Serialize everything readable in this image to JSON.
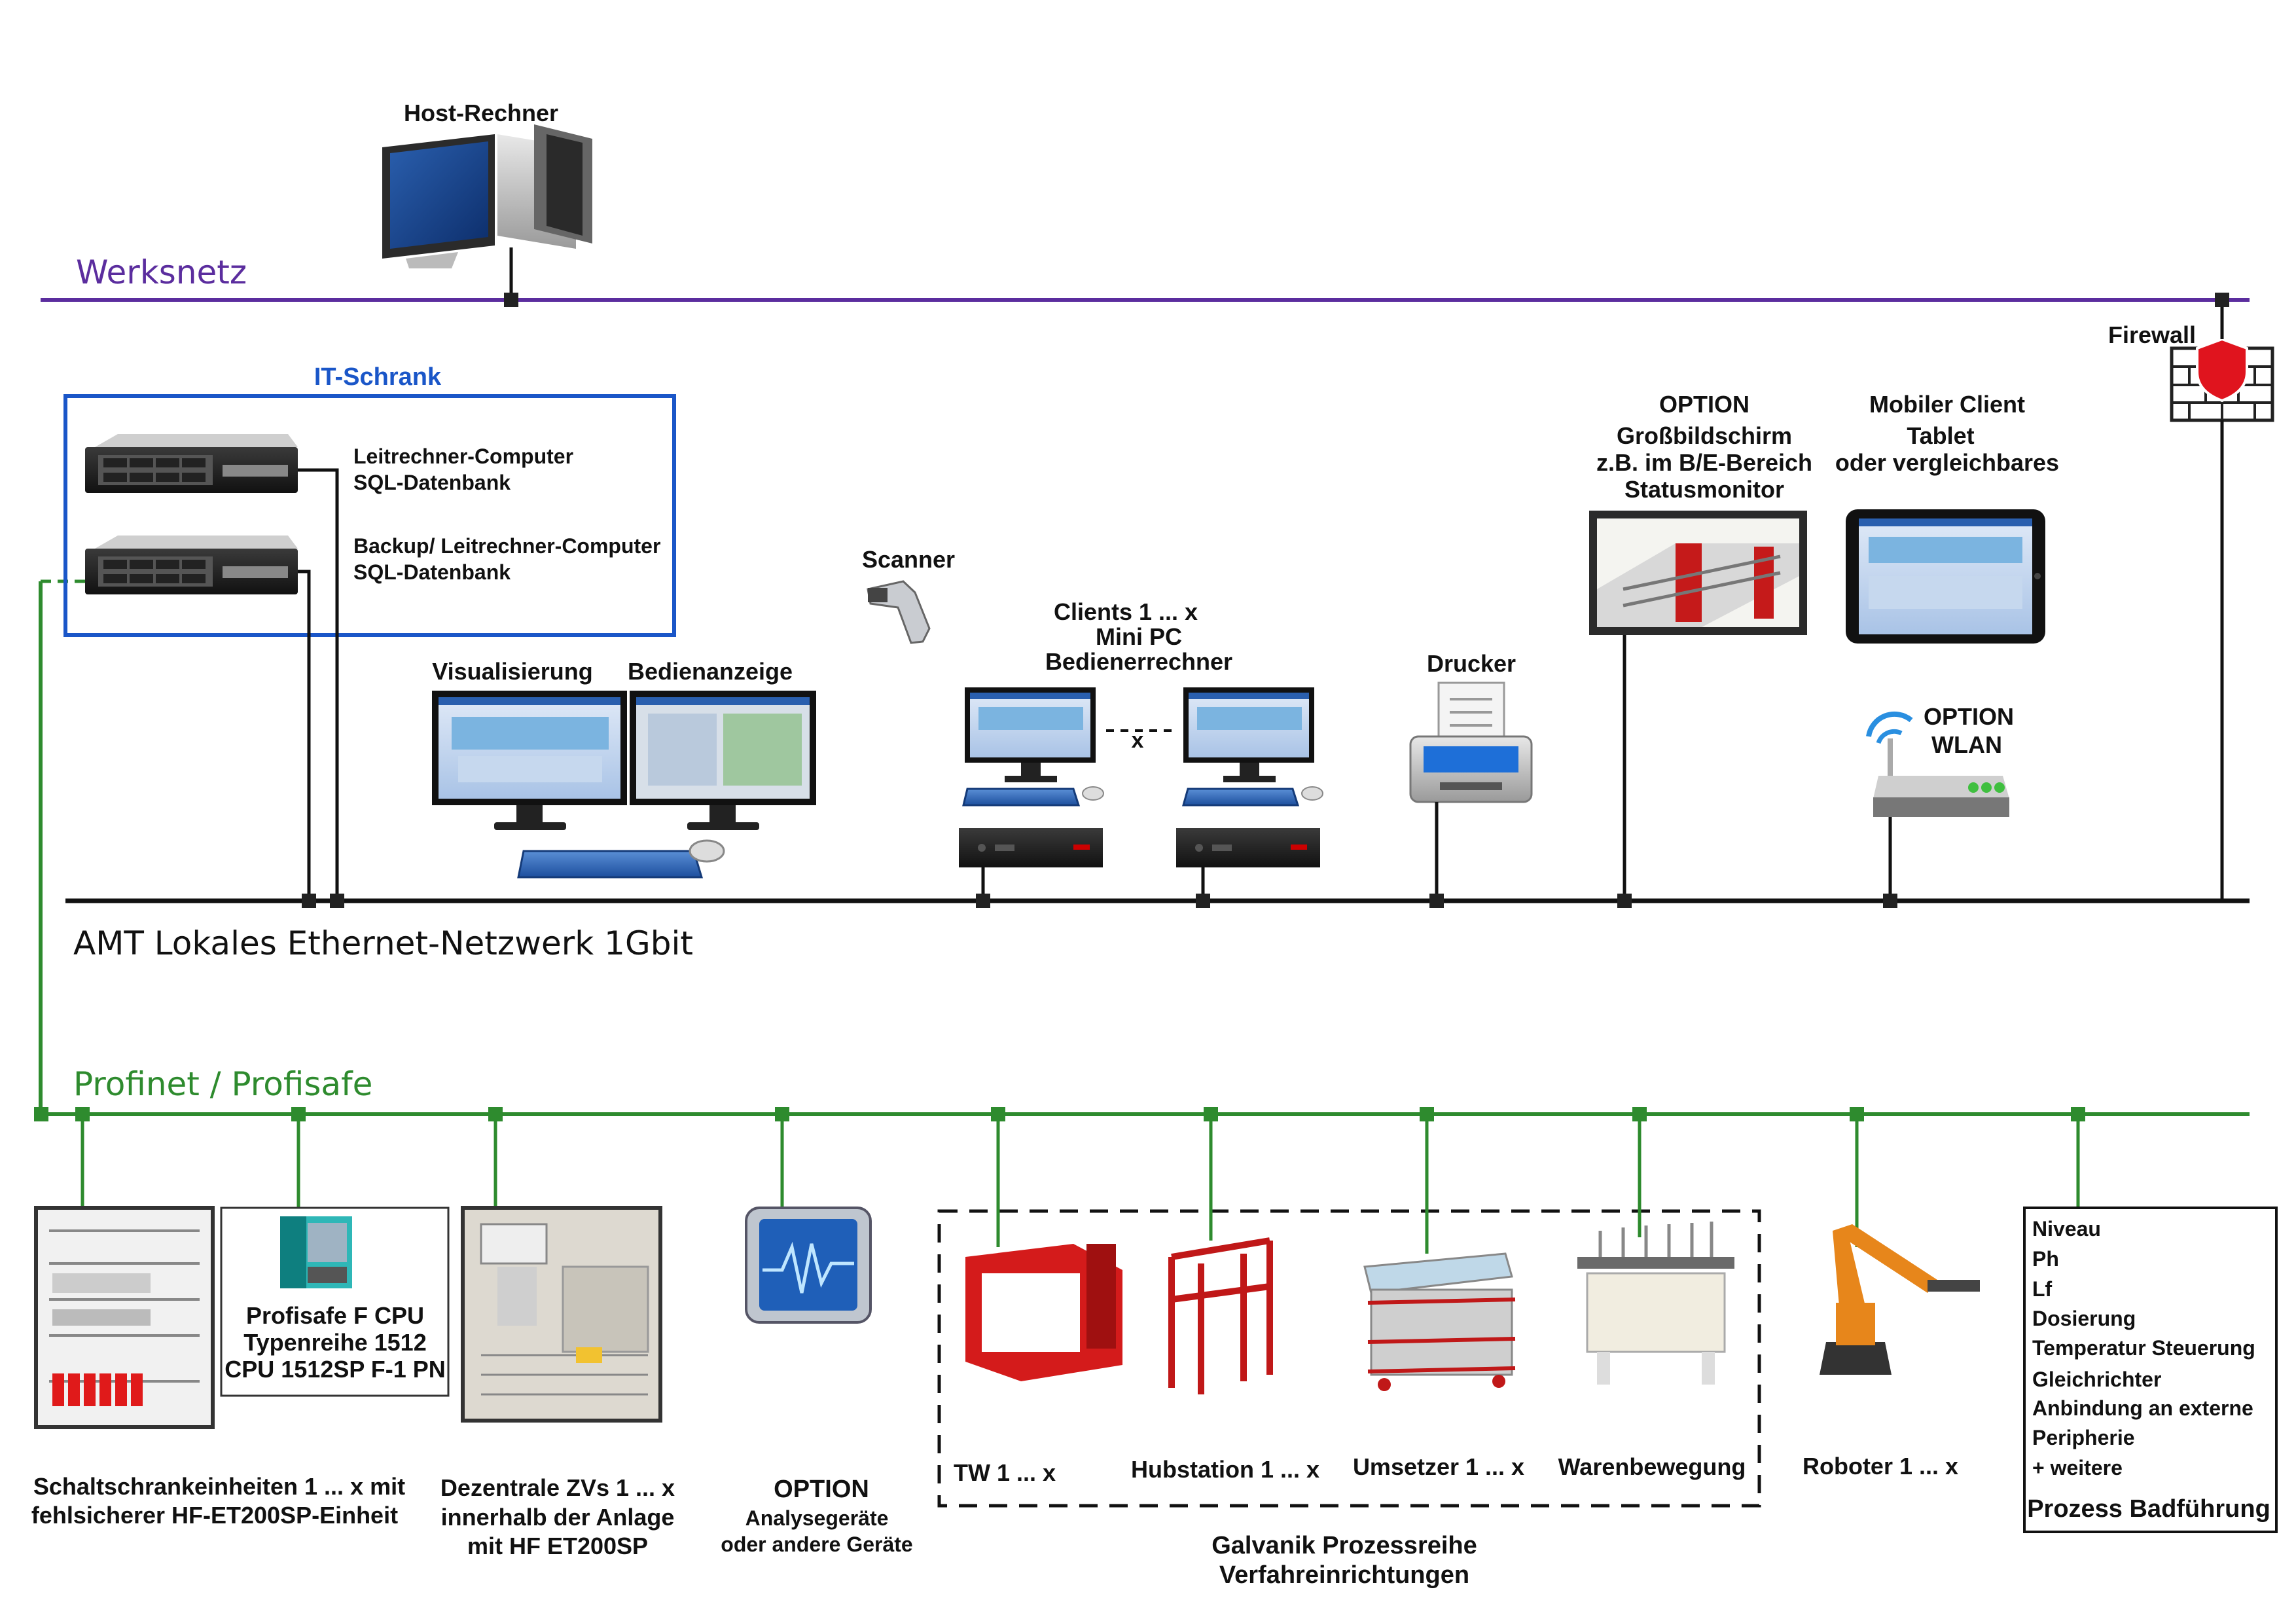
{
  "networks": {
    "werksnetz": {
      "label": "Werksnetz",
      "color": "#5b2d9e"
    },
    "ethernet": {
      "label": "AMT Lokales Ethernet-Netzwerk 1Gbit",
      "color": "#111111"
    },
    "profinet": {
      "label": "Profinet / Profisafe",
      "color": "#2e8b2e"
    }
  },
  "host": {
    "label": "Host-Rechner"
  },
  "firewall": {
    "label": "Firewall"
  },
  "it_cabinet": {
    "title": "IT-Schrank",
    "title_color": "#1a56c8",
    "server1": {
      "line1": "Leitrechner-Computer",
      "line2": "SQL-Datenbank"
    },
    "server2": {
      "line1": "Backup/ Leitrechner-Computer",
      "line2": "SQL-Datenbank"
    }
  },
  "scanner": {
    "label": "Scanner"
  },
  "visualisierung": {
    "label": "Visualisierung"
  },
  "bedienanzeige": {
    "label": "Bedienanzeige"
  },
  "clients": {
    "line1": "Clients 1 ... x",
    "line2": "Mini PC",
    "line3": "Bedienerrechner",
    "separator": "x"
  },
  "drucker": {
    "label": "Drucker"
  },
  "bigscreen": {
    "line1": "OPTION",
    "line2": "Großbildschirm",
    "line3": "z.B. im B/E-Bereich",
    "line4": "Statusmonitor"
  },
  "mobile": {
    "line1": "Mobiler Client",
    "line2": "Tablet",
    "line3": "oder vergleichbares"
  },
  "wlan": {
    "line1": "OPTION",
    "line2": "WLAN"
  },
  "field_devices": {
    "schaltschrank": {
      "line1": "Schaltschrankeinheiten 1 ... x mit",
      "line2": "fehlsicherer HF-ET200SP-Einheit"
    },
    "cpu": {
      "line1": "Profisafe F CPU",
      "line2": "Typenreihe 1512",
      "line3": "CPU 1512SP F-1 PN"
    },
    "dezentral": {
      "line1": "Dezentrale ZVs 1 ... x",
      "line2": "innerhalb der Anlage",
      "line3": "mit HF ET200SP"
    },
    "analyse": {
      "line1": "OPTION",
      "line2": "Analysegeräte",
      "line3": "oder andere Geräte"
    },
    "tw": {
      "label": "TW 1 ... x"
    },
    "hubstation": {
      "label": "Hubstation 1 ... x"
    },
    "umsetzer": {
      "label": "Umsetzer 1 ... x"
    },
    "warenbewegung": {
      "label": "Warenbewegung"
    },
    "roboter": {
      "label": "Roboter 1 ... x"
    },
    "galvanik": {
      "line1": "Galvanik Prozessreihe",
      "line2": "Verfahreinrichtungen"
    },
    "prozess": {
      "items": [
        "Niveau",
        "Ph",
        "Lf",
        "Dosierung",
        "Temperatur Steuerung",
        "Gleichrichter",
        "Anbindung an externe",
        "Peripherie",
        "+ weitere"
      ],
      "title": "Prozess Badführung"
    }
  }
}
